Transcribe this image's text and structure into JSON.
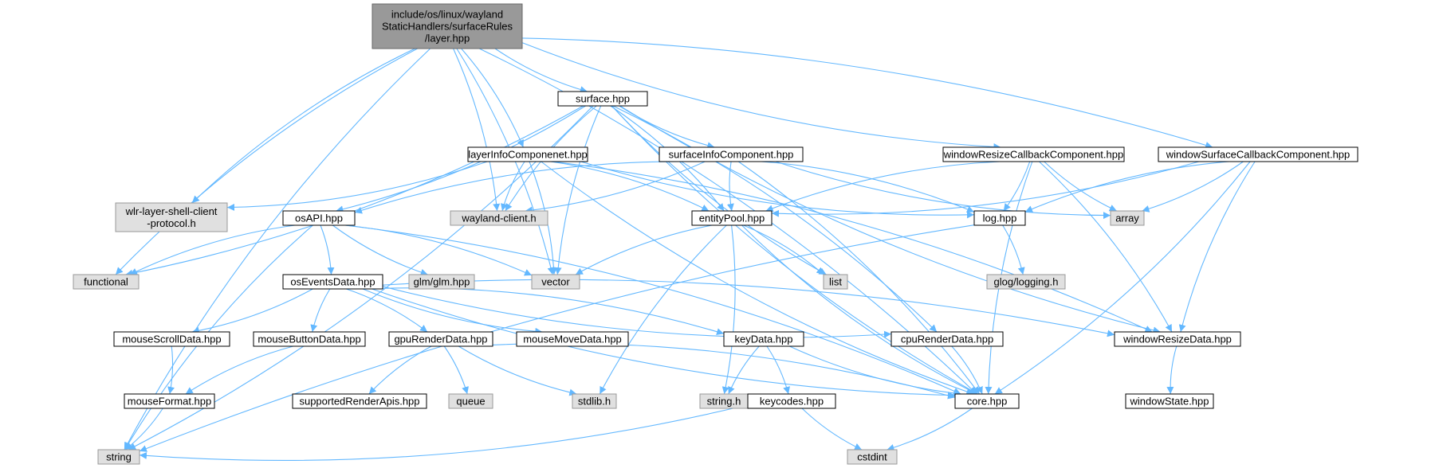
{
  "colors": {
    "edge": "#63b8ff",
    "root_fill": "#999999",
    "root_stroke": "#666666",
    "file_fill": "#ffffff",
    "file_stroke": "#000000",
    "system_fill": "#e0e0e0",
    "system_stroke": "#999999"
  },
  "nodes": [
    {
      "id": "layer",
      "kind": "root",
      "lines": [
        "include/os/linux/wayland",
        "StaticHandlers/surfaceRules",
        "/layer.hpp"
      ]
    },
    {
      "id": "surface",
      "kind": "file",
      "lines": [
        "surface.hpp"
      ]
    },
    {
      "id": "layerInfo",
      "kind": "file",
      "lines": [
        "layerInfoComponenet.hpp"
      ]
    },
    {
      "id": "surfaceInfo",
      "kind": "file",
      "lines": [
        "surfaceInfoComponent.hpp"
      ]
    },
    {
      "id": "winResizeCb",
      "kind": "file",
      "lines": [
        "windowResizeCallbackComponent.hpp"
      ]
    },
    {
      "id": "winSurfCb",
      "kind": "file",
      "lines": [
        "windowSurfaceCallbackComponent.hpp"
      ]
    },
    {
      "id": "wlrLayer",
      "kind": "system",
      "lines": [
        "wlr-layer-shell-client",
        "-protocol.h"
      ]
    },
    {
      "id": "osAPI",
      "kind": "file",
      "lines": [
        "osAPI.hpp"
      ]
    },
    {
      "id": "waylandClient",
      "kind": "system",
      "lines": [
        "wayland-client.h"
      ]
    },
    {
      "id": "entityPool",
      "kind": "file",
      "lines": [
        "entityPool.hpp"
      ]
    },
    {
      "id": "log",
      "kind": "file",
      "lines": [
        "log.hpp"
      ]
    },
    {
      "id": "array",
      "kind": "system",
      "lines": [
        "array"
      ]
    },
    {
      "id": "functional",
      "kind": "system",
      "lines": [
        "functional"
      ]
    },
    {
      "id": "osEvents",
      "kind": "file",
      "lines": [
        "osEventsData.hpp"
      ]
    },
    {
      "id": "glm",
      "kind": "system",
      "lines": [
        "glm/glm.hpp"
      ]
    },
    {
      "id": "vector",
      "kind": "system",
      "lines": [
        "vector"
      ]
    },
    {
      "id": "list",
      "kind": "system",
      "lines": [
        "list"
      ]
    },
    {
      "id": "glog",
      "kind": "system",
      "lines": [
        "glog/logging.h"
      ]
    },
    {
      "id": "mouseScroll",
      "kind": "file",
      "lines": [
        "mouseScrollData.hpp"
      ]
    },
    {
      "id": "mouseButton",
      "kind": "file",
      "lines": [
        "mouseButtonData.hpp"
      ]
    },
    {
      "id": "gpuRender",
      "kind": "file",
      "lines": [
        "gpuRenderData.hpp"
      ]
    },
    {
      "id": "mouseMove",
      "kind": "file",
      "lines": [
        "mouseMoveData.hpp"
      ]
    },
    {
      "id": "keyData",
      "kind": "file",
      "lines": [
        "keyData.hpp"
      ]
    },
    {
      "id": "cpuRender",
      "kind": "file",
      "lines": [
        "cpuRenderData.hpp"
      ]
    },
    {
      "id": "winResizeData",
      "kind": "file",
      "lines": [
        "windowResizeData.hpp"
      ]
    },
    {
      "id": "mouseFormat",
      "kind": "file",
      "lines": [
        "mouseFormat.hpp"
      ]
    },
    {
      "id": "supportedApis",
      "kind": "file",
      "lines": [
        "supportedRenderApis.hpp"
      ]
    },
    {
      "id": "queue",
      "kind": "system",
      "lines": [
        "queue"
      ]
    },
    {
      "id": "stdlib",
      "kind": "system",
      "lines": [
        "stdlib.h"
      ]
    },
    {
      "id": "stringh",
      "kind": "system",
      "lines": [
        "string.h"
      ]
    },
    {
      "id": "keycodes",
      "kind": "file",
      "lines": [
        "keycodes.hpp"
      ]
    },
    {
      "id": "core",
      "kind": "file",
      "lines": [
        "core.hpp"
      ]
    },
    {
      "id": "winState",
      "kind": "file",
      "lines": [
        "windowState.hpp"
      ]
    },
    {
      "id": "string",
      "kind": "system",
      "lines": [
        "string"
      ]
    },
    {
      "id": "cstdint",
      "kind": "system",
      "lines": [
        "cstdint"
      ]
    }
  ],
  "edges": [
    [
      "layer",
      "surface"
    ],
    [
      "layer",
      "layerInfo"
    ],
    [
      "layer",
      "winResizeCb"
    ],
    [
      "layer",
      "winSurfCb"
    ],
    [
      "layer",
      "wlrLayer"
    ],
    [
      "layer",
      "waylandClient"
    ],
    [
      "layer",
      "functional"
    ],
    [
      "layer",
      "vector"
    ],
    [
      "layer",
      "string"
    ],
    [
      "layer",
      "core"
    ],
    [
      "surface",
      "surfaceInfo"
    ],
    [
      "surface",
      "osAPI"
    ],
    [
      "surface",
      "waylandClient"
    ],
    [
      "surface",
      "entityPool"
    ],
    [
      "surface",
      "vector"
    ],
    [
      "surface",
      "functional"
    ],
    [
      "surface",
      "list"
    ],
    [
      "surface",
      "string"
    ],
    [
      "surface",
      "core"
    ],
    [
      "surface",
      "cpuRender"
    ],
    [
      "surface",
      "winResizeData"
    ],
    [
      "layerInfo",
      "wlrLayer"
    ],
    [
      "layerInfo",
      "waylandClient"
    ],
    [
      "layerInfo",
      "entityPool"
    ],
    [
      "layerInfo",
      "log"
    ],
    [
      "layerInfo",
      "vector"
    ],
    [
      "layerInfo",
      "core"
    ],
    [
      "layerInfo",
      "winResizeData"
    ],
    [
      "surfaceInfo",
      "osAPI"
    ],
    [
      "surfaceInfo",
      "waylandClient"
    ],
    [
      "surfaceInfo",
      "entityPool"
    ],
    [
      "surfaceInfo",
      "log"
    ],
    [
      "surfaceInfo",
      "array"
    ],
    [
      "surfaceInfo",
      "core"
    ],
    [
      "winResizeCb",
      "entityPool"
    ],
    [
      "winResizeCb",
      "log"
    ],
    [
      "winResizeCb",
      "array"
    ],
    [
      "winResizeCb",
      "winResizeData"
    ],
    [
      "winResizeCb",
      "core"
    ],
    [
      "winSurfCb",
      "entityPool"
    ],
    [
      "winSurfCb",
      "log"
    ],
    [
      "winSurfCb",
      "array"
    ],
    [
      "winSurfCb",
      "winResizeData"
    ],
    [
      "winSurfCb",
      "core"
    ],
    [
      "osAPI",
      "functional"
    ],
    [
      "osAPI",
      "osEvents"
    ],
    [
      "osAPI",
      "glm"
    ],
    [
      "osAPI",
      "vector"
    ],
    [
      "osAPI",
      "string"
    ],
    [
      "osAPI",
      "core"
    ],
    [
      "entityPool",
      "vector"
    ],
    [
      "entityPool",
      "list"
    ],
    [
      "entityPool",
      "stdlib"
    ],
    [
      "entityPool",
      "stringh"
    ],
    [
      "entityPool",
      "core"
    ],
    [
      "log",
      "glog"
    ],
    [
      "log",
      "string"
    ],
    [
      "osEvents",
      "mouseScroll"
    ],
    [
      "osEvents",
      "mouseButton"
    ],
    [
      "osEvents",
      "gpuRender"
    ],
    [
      "osEvents",
      "mouseMove"
    ],
    [
      "osEvents",
      "keyData"
    ],
    [
      "osEvents",
      "cpuRender"
    ],
    [
      "osEvents",
      "winResizeData"
    ],
    [
      "osEvents",
      "core"
    ],
    [
      "mouseScroll",
      "mouseFormat"
    ],
    [
      "mouseButton",
      "mouseFormat"
    ],
    [
      "mouseFormat",
      "string"
    ],
    [
      "gpuRender",
      "supportedApis"
    ],
    [
      "gpuRender",
      "queue"
    ],
    [
      "gpuRender",
      "stdlib"
    ],
    [
      "gpuRender",
      "core"
    ],
    [
      "keyData",
      "stringh"
    ],
    [
      "keyData",
      "keycodes"
    ],
    [
      "keyData",
      "core"
    ],
    [
      "keycodes",
      "string"
    ],
    [
      "keycodes",
      "cstdint"
    ],
    [
      "cpuRender",
      "core"
    ],
    [
      "winResizeData",
      "winState"
    ],
    [
      "core",
      "cstdint"
    ]
  ]
}
